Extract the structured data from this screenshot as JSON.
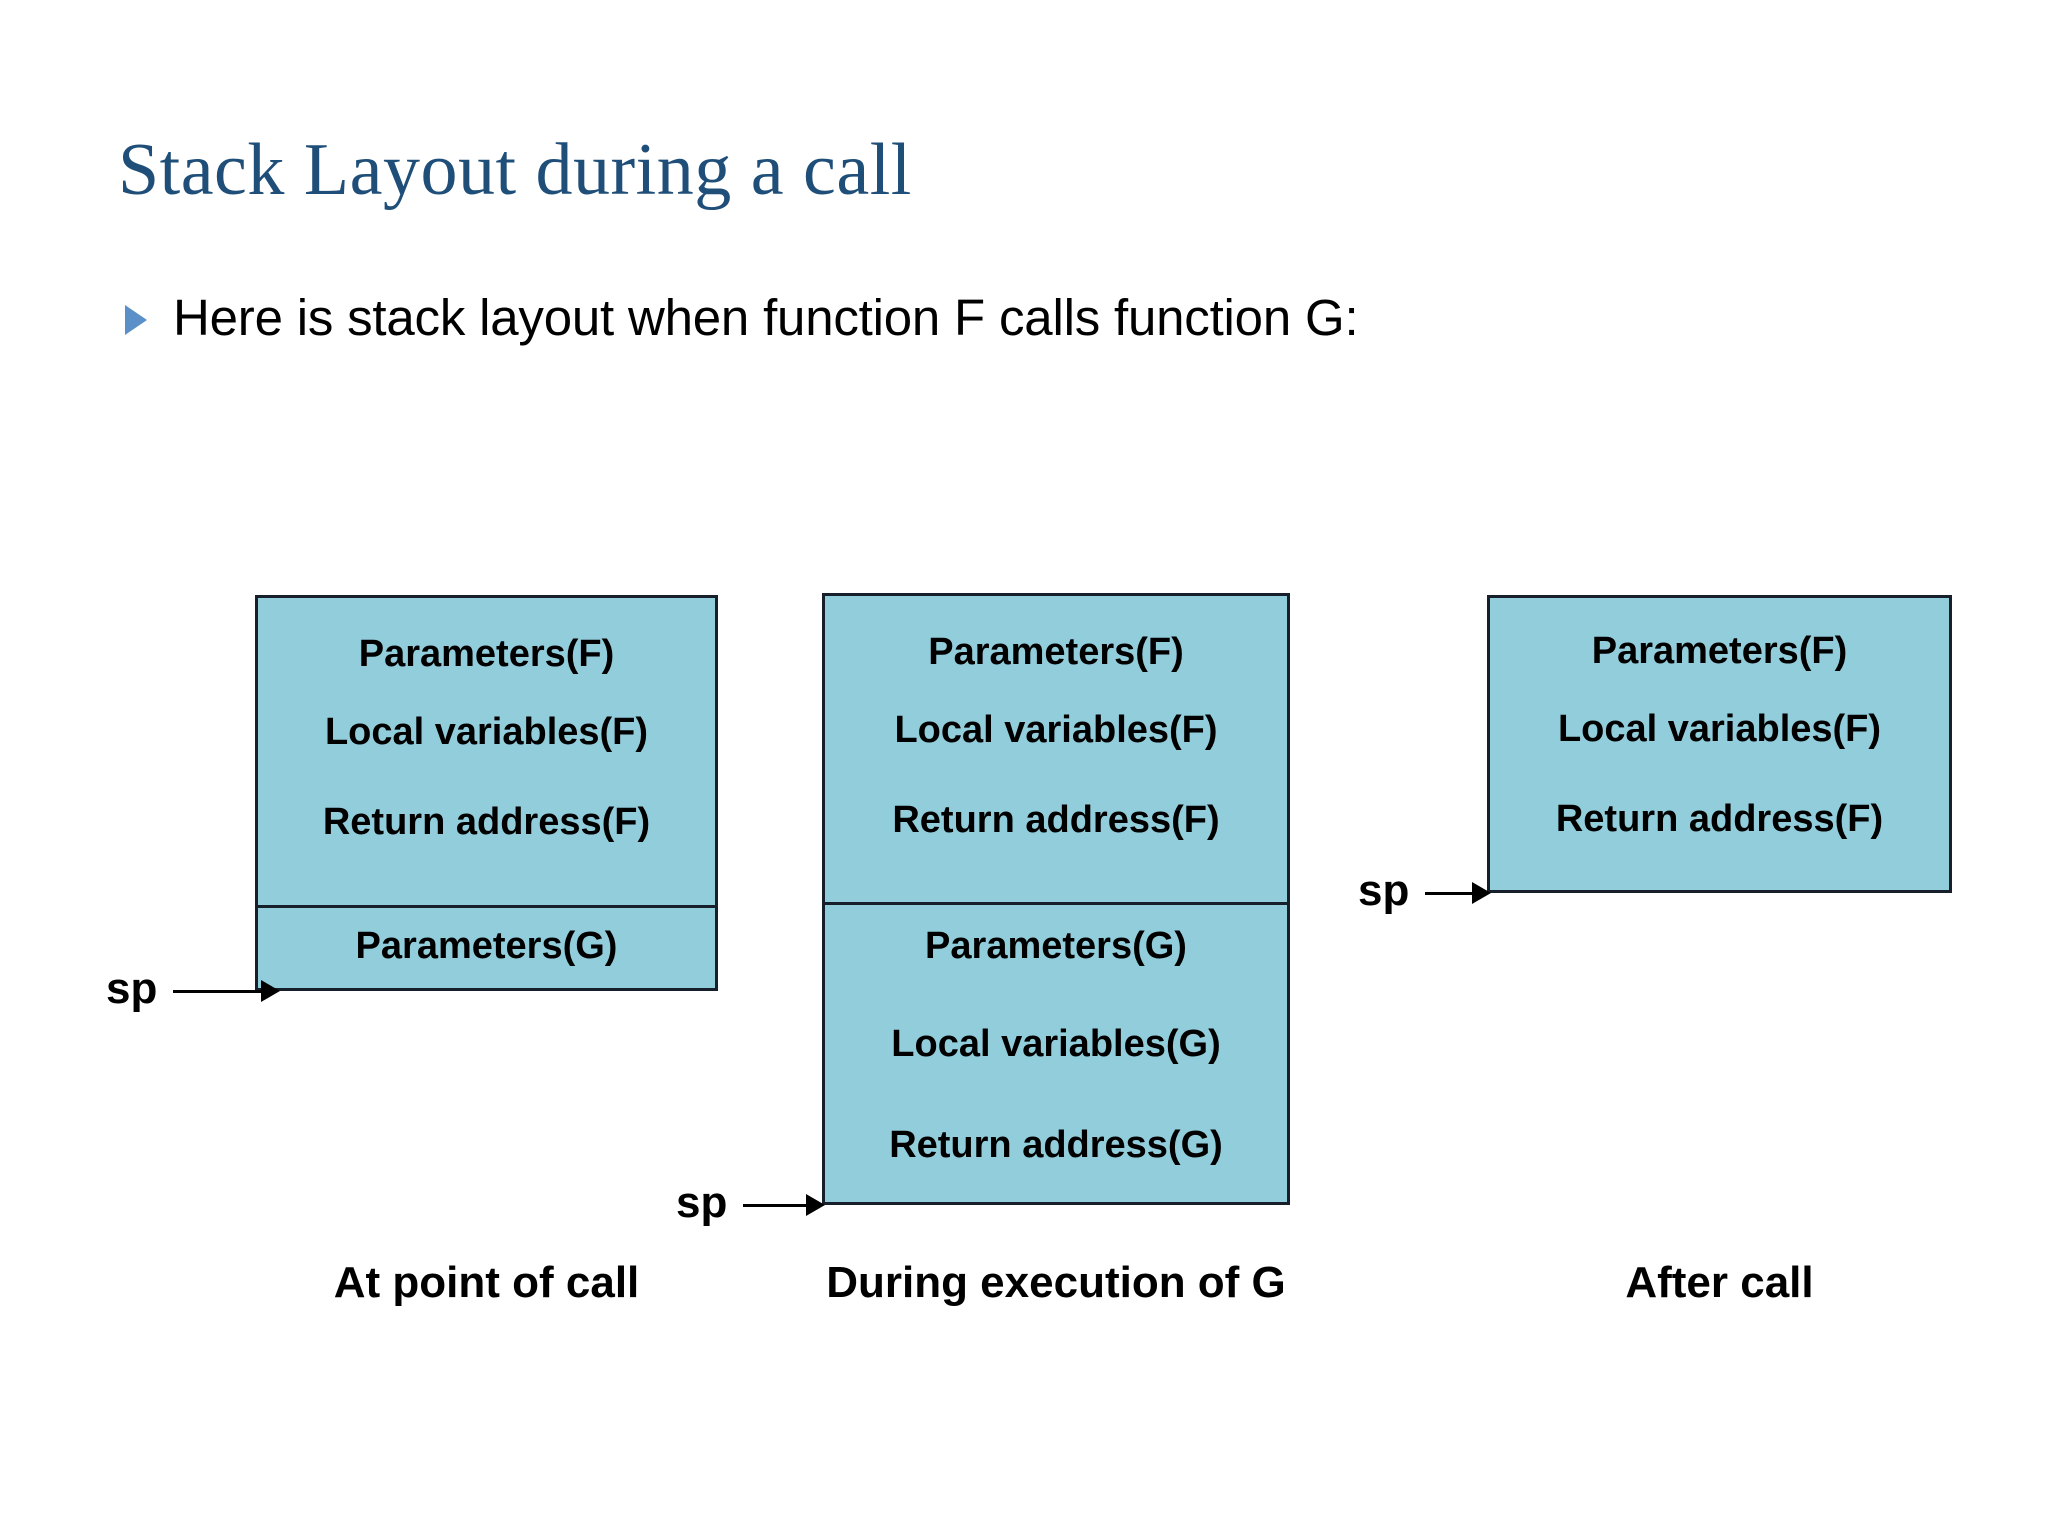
{
  "slide": {
    "title": "Stack Layout during a call",
    "title_color": "#1F4E79",
    "background_color": "#FFFFFF"
  },
  "bullet": {
    "marker_icon": "triangle-right-icon",
    "marker_color": "#5B8FC7",
    "text": "Here is stack layout when function F calls function G:"
  },
  "diagram": {
    "box_fill_color": "#92CDDC",
    "box_border_color": "#17202A",
    "pointer_label": "sp",
    "columns": [
      {
        "id": "at-point-of-call",
        "caption": "At point of call",
        "segments": [
          {
            "id": "frame-f",
            "rows": [
              "Parameters(F)",
              "Local variables(F)",
              "Return address(F)"
            ]
          },
          {
            "id": "frame-g-partial",
            "rows": [
              "Parameters(G)"
            ]
          }
        ],
        "sp_label": "sp"
      },
      {
        "id": "during-execution-of-g",
        "caption": "During execution of G",
        "segments": [
          {
            "id": "frame-f",
            "rows": [
              "Parameters(F)",
              "Local variables(F)",
              "Return address(F)"
            ]
          },
          {
            "id": "frame-g",
            "rows": [
              "Parameters(G)",
              "Local variables(G)",
              "Return address(G)"
            ]
          }
        ],
        "sp_label": "sp"
      },
      {
        "id": "after-call",
        "caption": "After call",
        "segments": [
          {
            "id": "frame-f",
            "rows": [
              "Parameters(F)",
              "Local variables(F)",
              "Return address(F)"
            ]
          }
        ],
        "sp_label": "sp"
      }
    ]
  }
}
